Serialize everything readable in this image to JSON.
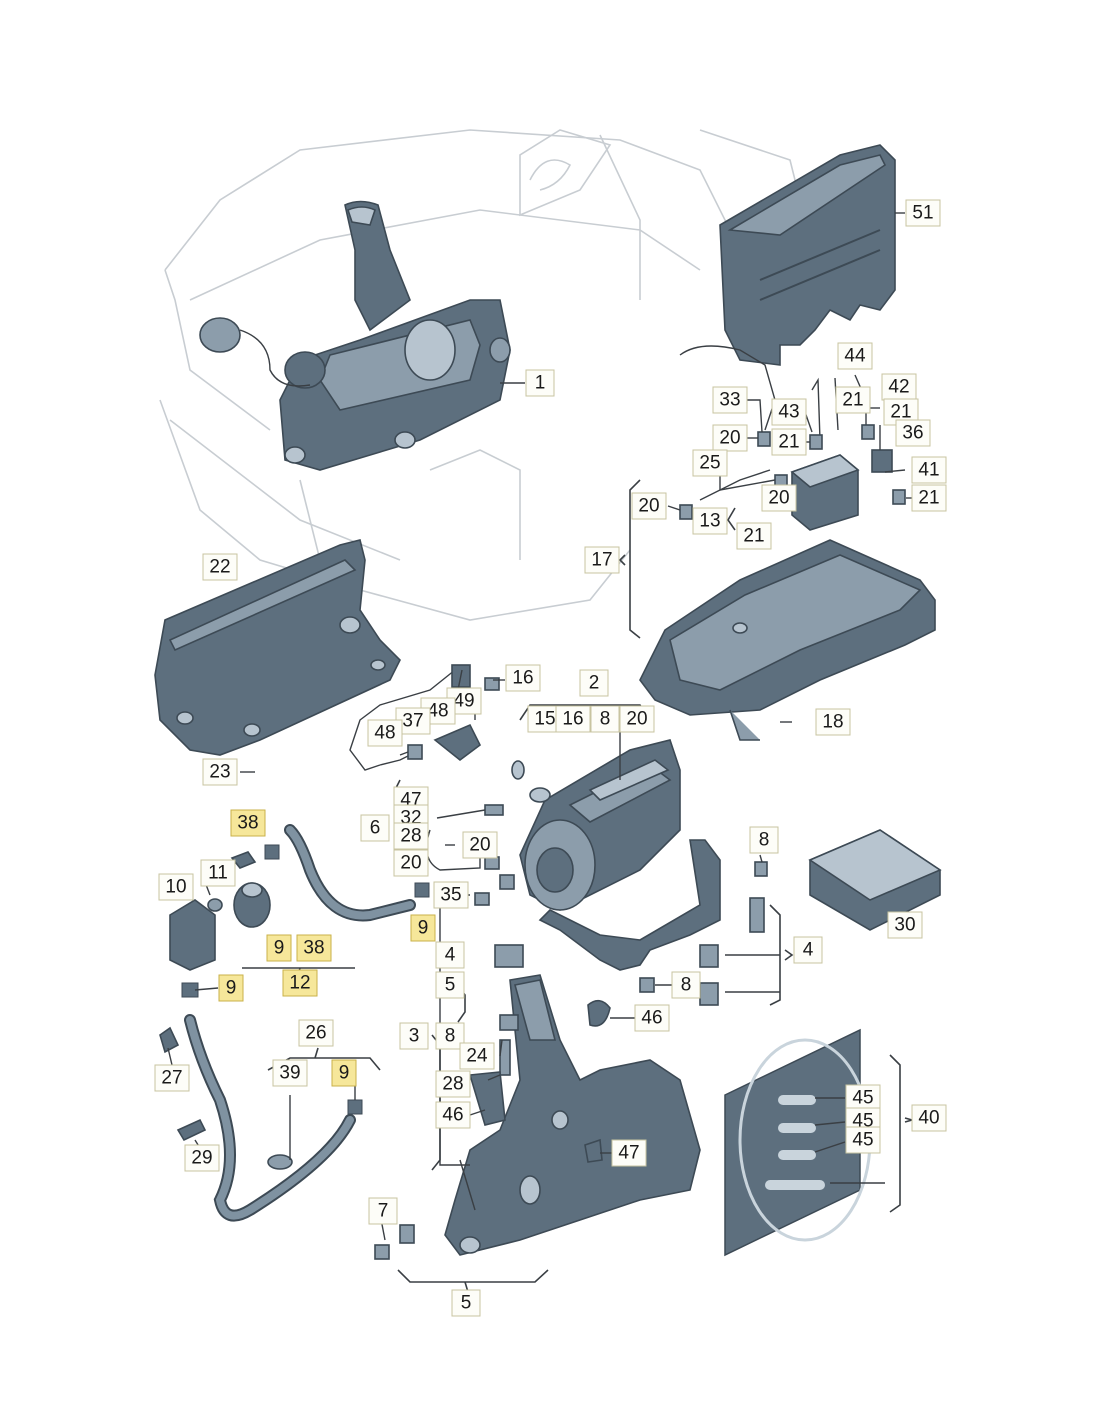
{
  "callouts": {
    "c1": "1",
    "c2": "2",
    "c3": "3",
    "c4a": "4",
    "c4b": "4",
    "c5a": "5",
    "c5b": "5",
    "c6": "6",
    "c7": "7",
    "c8a": "8",
    "c8b": "8",
    "c8c": "8",
    "c8d": "8",
    "c9a": "9",
    "c9b": "9",
    "c9c": "9",
    "c9d": "9",
    "c10": "10",
    "c11": "11",
    "c12": "12",
    "c13": "13",
    "c15": "15",
    "c16a": "16",
    "c16b": "16",
    "c17": "17",
    "c18": "18",
    "c20a": "20",
    "c20b": "20",
    "c20c": "20",
    "c20d": "20",
    "c20e": "20",
    "c20f": "20",
    "c21a": "21",
    "c21b": "21",
    "c21c": "21",
    "c21d": "21",
    "c21e": "21",
    "c22": "22",
    "c23": "23",
    "c24": "24",
    "c25": "25",
    "c26": "26",
    "c27": "27",
    "c28a": "28",
    "c28b": "28",
    "c29": "29",
    "c30": "30",
    "c32": "32",
    "c33": "33",
    "c35": "35",
    "c36": "36",
    "c37": "37",
    "c38a": "38",
    "c38b": "38",
    "c39": "39",
    "c40": "40",
    "c41": "41",
    "c42": "42",
    "c43": "43",
    "c44": "44",
    "c45a": "45",
    "c45b": "45",
    "c45c": "45",
    "c46a": "46",
    "c46b": "46",
    "c47a": "47",
    "c47b": "47",
    "c48a": "48",
    "c48b": "48",
    "c49": "49",
    "c51": "51"
  },
  "colors": {
    "part_fill": "#5d6f7e",
    "highlight_box": "#f6e79a",
    "label_box": "#fdfdf8",
    "vehicle_outline": "#c8cdd2"
  }
}
